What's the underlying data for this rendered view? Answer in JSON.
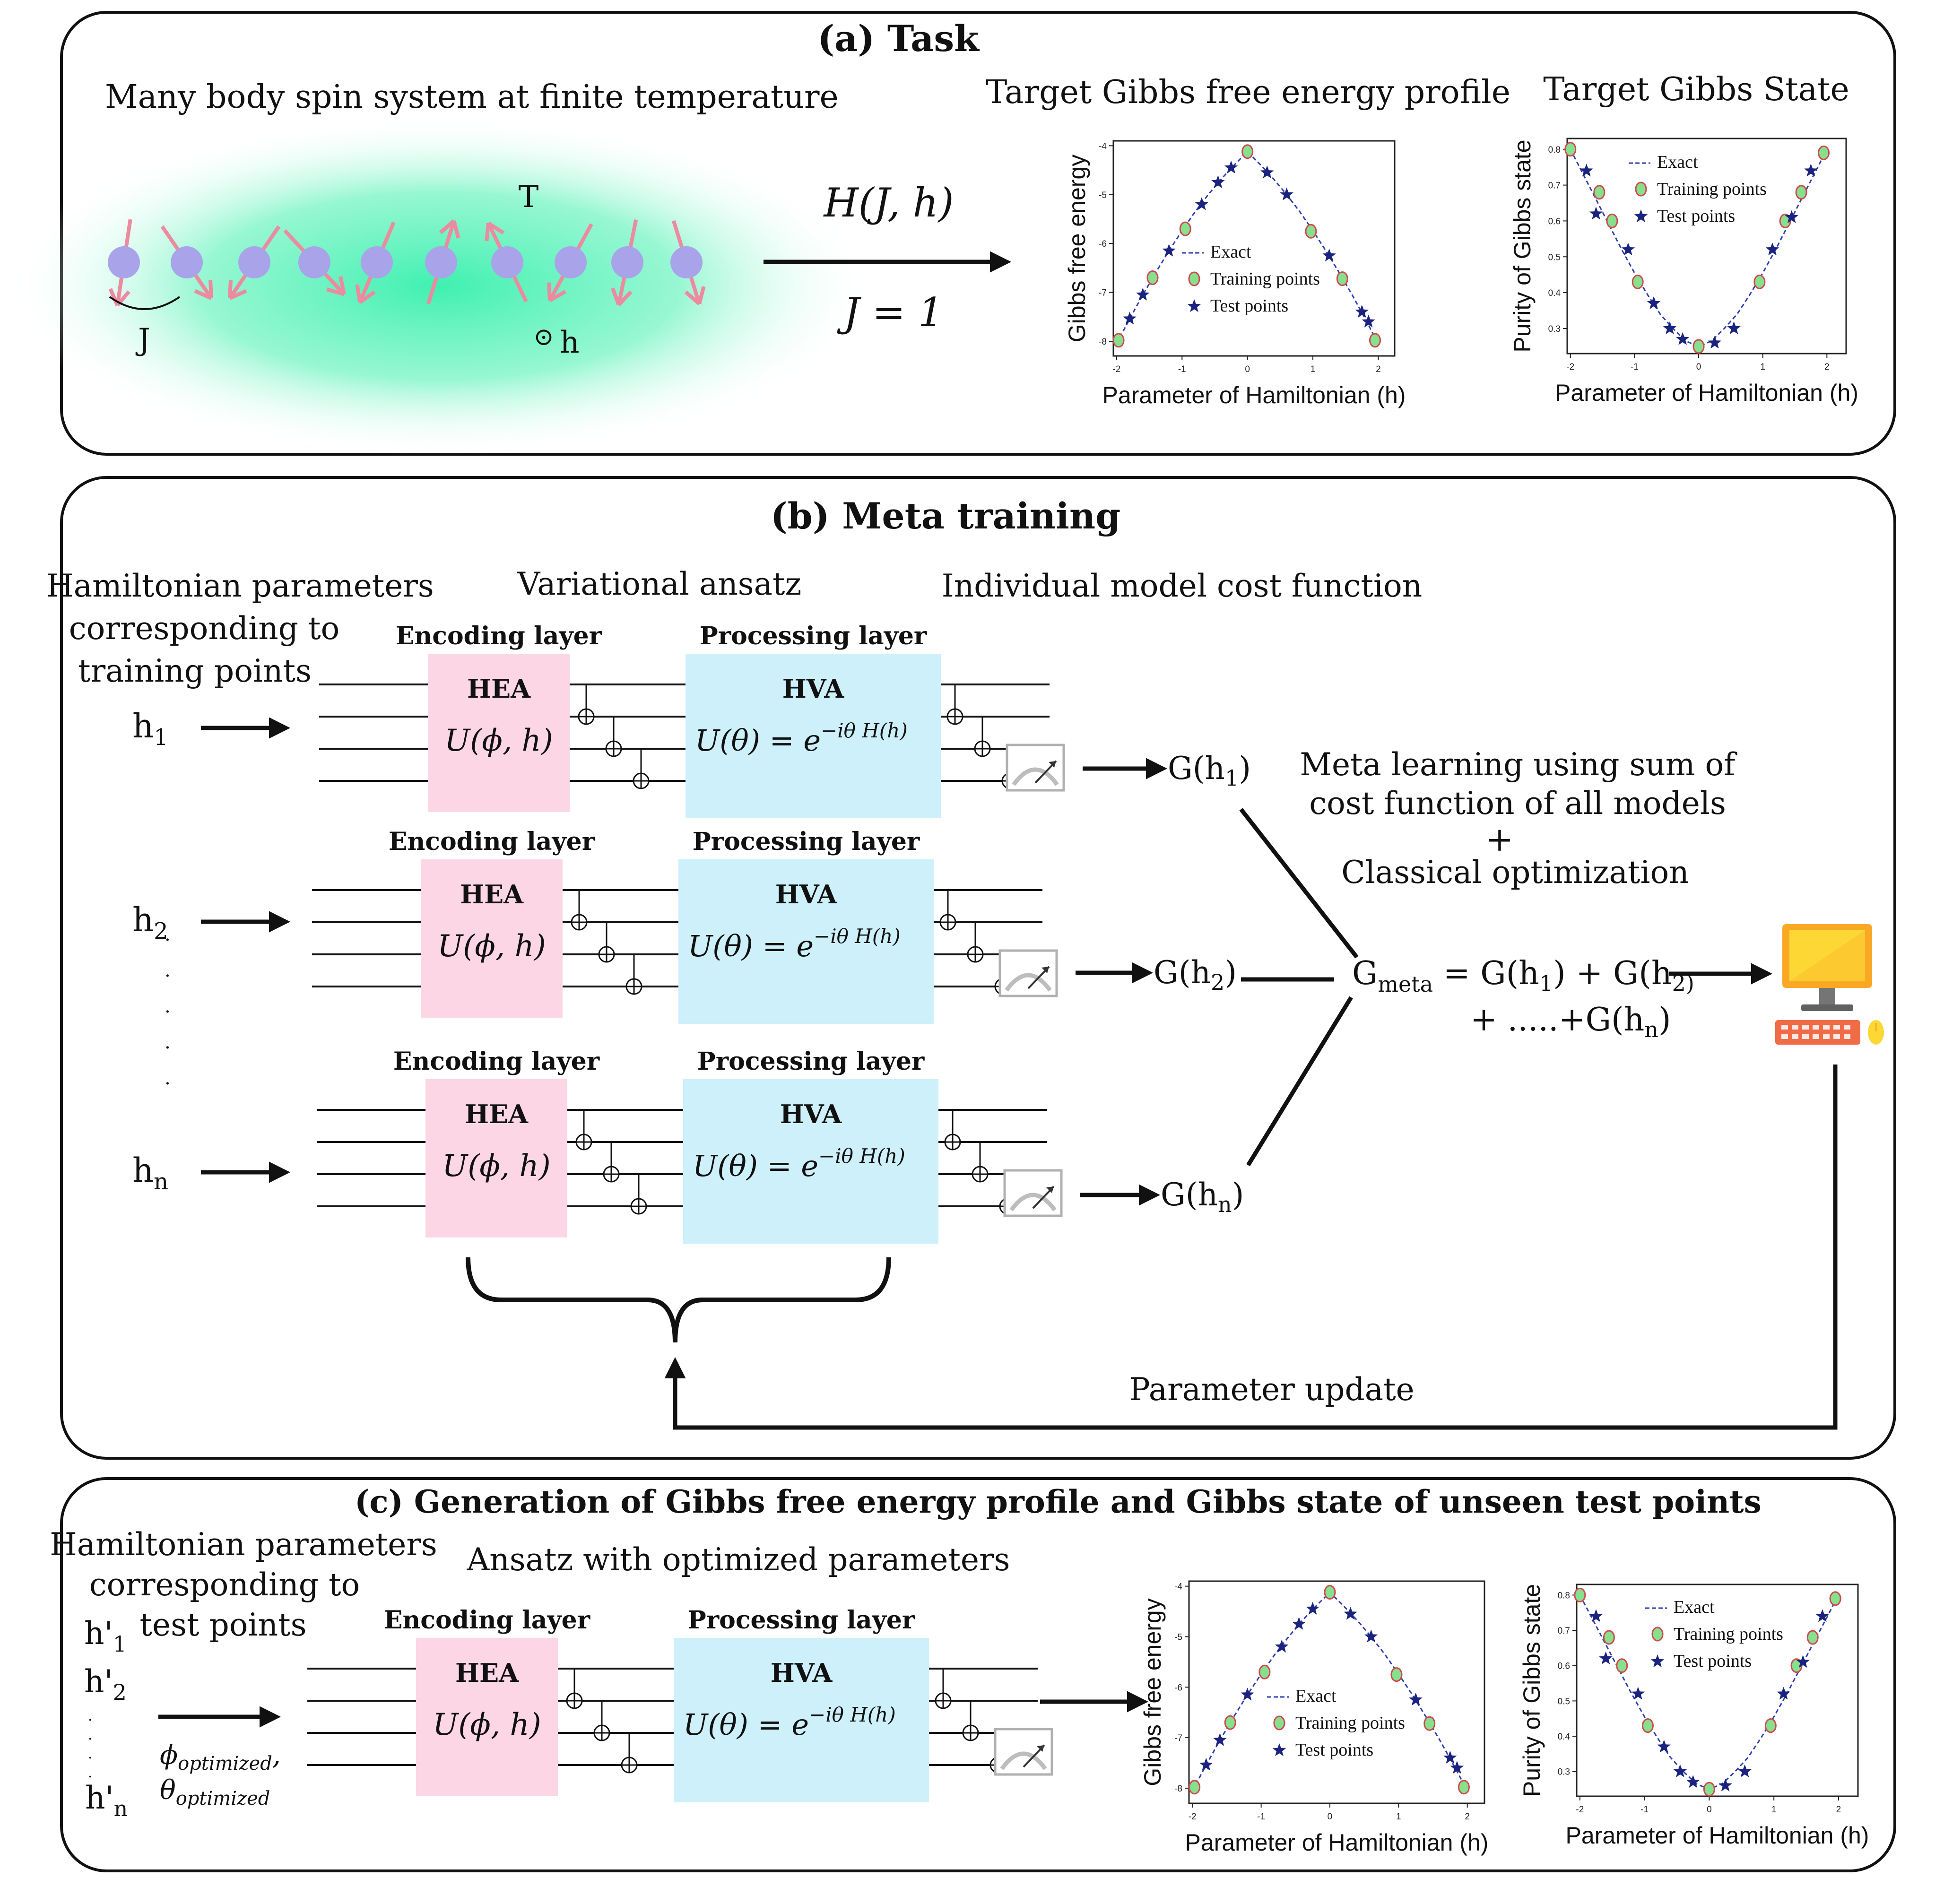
{
  "panel_a": {
    "title": "(a)  Task",
    "spin_label": "Many body spin system at finite temperature",
    "temperature_label": "T",
    "coupling_label": "J",
    "field_label": "h",
    "field_symbol": "⊙",
    "hamiltonian_label": "H(J, h)",
    "j_value_label": "J = 1",
    "energy_profile_title": "Target Gibbs free energy profile",
    "gibbs_state_title": "Target Gibbs State"
  },
  "panel_b": {
    "title": "(b)  Meta training",
    "params_label_lines": [
      "Hamiltonian parameters",
      "corresponding to",
      "training points"
    ],
    "ansatz_label": "Variational ansatz",
    "cost_label": "Individual model cost function",
    "encoding_label": "Encoding layer",
    "processing_label": "Processing layer",
    "hea_label": "HEA",
    "hea_formula": "U(ϕ, h)",
    "hva_label": "HVA",
    "hva_formula": "U(θ) = e",
    "hva_exponent": "−iθ H(h)",
    "inputs": [
      {
        "h": "h",
        "sub": "1",
        "g": "G(h",
        "gsub": "1",
        "gend": ")"
      },
      {
        "h": "h",
        "sub": "2",
        "g": "G(h",
        "gsub": "2",
        "gend": ")"
      },
      {
        "h": "h",
        "sub": "n",
        "g": "G(h",
        "gsub": "n",
        "gend": ")"
      }
    ],
    "meta_lines": [
      "Meta learning using sum of",
      "cost function of all models",
      "+",
      "Classical optimization"
    ],
    "gmeta_main": "G",
    "gmeta_sub": "meta",
    "gmeta_rhs_1a": " = G(h",
    "gmeta_rhs_1b": "1",
    "gmeta_rhs_1c": ") + G(h",
    "gmeta_rhs_1d": "2)",
    "gmeta_rhs_2a": "+ .....+G(h",
    "gmeta_rhs_2b": "n",
    "gmeta_rhs_2c": ")",
    "update_label": "Parameter update",
    "colors": {
      "hea": "#fdd6e6",
      "hva": "#cdf0fb",
      "monitor": "#f9a825",
      "screen": "#fdd835"
    }
  },
  "panel_c": {
    "title": "(c)  Generation of Gibbs free energy profile and Gibbs state of unseen test points",
    "params_label_lines": [
      "Hamiltonian parameters",
      "corresponding to",
      "test points"
    ],
    "ansatz_label": "Ansatz with optimized parameters",
    "encoding_label": "Encoding layer",
    "processing_label": "Processing layer",
    "test_inputs": [
      {
        "h": "h'",
        "sub": "1"
      },
      {
        "h": "h'",
        "sub": "2"
      },
      {
        "h": "h'",
        "sub": "n"
      }
    ],
    "phi_opt": "ϕ",
    "phi_sub": "optimized",
    "phi_comma": ",",
    "theta_opt": "θ",
    "theta_sub": "optimized"
  },
  "chart_data": [
    {
      "type": "line",
      "panel": "a",
      "xlabel": "Parameter of Hamiltonian (h)",
      "ylabel": "Gibbs free energy",
      "xlim": [
        -2.05,
        2.25
      ],
      "ylim": [
        -8.3,
        -3.9
      ],
      "xticks": [
        "-2",
        "-1",
        "0",
        "1",
        "2"
      ],
      "xtick_values": [
        -2,
        -1,
        0,
        1,
        2
      ],
      "yticks": [
        "-4",
        "-5",
        "-6",
        "-7",
        "-8"
      ],
      "ytick_values": [
        -4,
        -5,
        -6,
        -7,
        -8
      ],
      "legend": "center-right",
      "legend_labels": [
        "Exact",
        "Training points",
        "Test points"
      ],
      "series": [
        {
          "name": "Exact",
          "x": [
            -2,
            -1.8,
            -1.6,
            -1.4,
            -1.2,
            -1,
            -0.8,
            -0.6,
            -0.4,
            -0.2,
            0,
            0.2,
            0.4,
            0.6,
            0.8,
            1,
            1.2,
            1.4,
            1.6,
            1.8,
            2
          ],
          "y": [
            -8.05,
            -7.54,
            -7.05,
            -6.59,
            -6.15,
            -5.74,
            -5.35,
            -5.0,
            -4.68,
            -4.39,
            -4.12,
            -4.39,
            -4.68,
            -5.0,
            -5.35,
            -5.74,
            -6.15,
            -6.59,
            -7.05,
            -7.54,
            -8.05
          ]
        },
        {
          "name": "Training points",
          "x": [
            -1.97,
            -1.45,
            -0.95,
            0.0,
            0.97,
            1.45,
            1.95
          ],
          "y": [
            -7.98,
            -6.7,
            -5.7,
            -4.12,
            -5.75,
            -6.72,
            -7.98
          ]
        },
        {
          "name": "Test points",
          "x": [
            -1.8,
            -1.6,
            -1.2,
            -0.7,
            -0.45,
            -0.25,
            0.3,
            0.6,
            1.25,
            1.75,
            1.85
          ],
          "y": [
            -7.54,
            -7.05,
            -6.15,
            -5.2,
            -4.75,
            -4.45,
            -4.55,
            -5.0,
            -6.25,
            -7.4,
            -7.6
          ]
        }
      ]
    },
    {
      "type": "line",
      "panel": "a",
      "xlabel": "Parameter of Hamiltonian (h)",
      "ylabel": "Purity of Gibbs state",
      "xlim": [
        -2.05,
        2.3
      ],
      "ylim": [
        0.23,
        0.83
      ],
      "xticks": [
        "-2",
        "-1",
        "0",
        "1",
        "2"
      ],
      "xtick_values": [
        -2,
        -1,
        0,
        1,
        2
      ],
      "yticks": [
        "0.8",
        "0.7",
        "0.6",
        "0.5",
        "0.4",
        "0.3"
      ],
      "ytick_values": [
        0.8,
        0.7,
        0.6,
        0.5,
        0.4,
        0.3
      ],
      "legend": "top-right",
      "legend_labels": [
        "Exact",
        "Training points",
        "Test points"
      ],
      "series": [
        {
          "name": "Exact",
          "x": [
            -2,
            -1.8,
            -1.6,
            -1.4,
            -1.2,
            -1,
            -0.8,
            -0.6,
            -0.4,
            -0.2,
            0,
            0.2,
            0.4,
            0.6,
            0.8,
            1,
            1.2,
            1.4,
            1.6,
            1.8,
            2
          ],
          "y": [
            0.8,
            0.73,
            0.66,
            0.59,
            0.52,
            0.455,
            0.395,
            0.34,
            0.3,
            0.265,
            0.25,
            0.265,
            0.3,
            0.34,
            0.395,
            0.455,
            0.52,
            0.59,
            0.66,
            0.73,
            0.8
          ]
        },
        {
          "name": "Training points",
          "x": [
            -2,
            -1.55,
            -1.35,
            -0.95,
            0.0,
            0.95,
            1.35,
            1.6,
            1.95
          ],
          "y": [
            0.8,
            0.68,
            0.6,
            0.43,
            0.25,
            0.43,
            0.6,
            0.68,
            0.79
          ]
        },
        {
          "name": "Test points",
          "x": [
            -1.75,
            -1.6,
            -1.1,
            -0.7,
            -0.45,
            -0.25,
            0.25,
            0.55,
            1.15,
            1.45,
            1.75
          ],
          "y": [
            0.74,
            0.62,
            0.52,
            0.37,
            0.3,
            0.27,
            0.26,
            0.3,
            0.52,
            0.61,
            0.74
          ]
        }
      ]
    },
    {
      "type": "line",
      "panel": "c",
      "xlabel": "Parameter of Hamiltonian (h)",
      "ylabel": "Gibbs free energy",
      "xlim": [
        -2.05,
        2.25
      ],
      "ylim": [
        -8.3,
        -3.9
      ],
      "xticks": [
        "-2",
        "-1",
        "0",
        "1",
        "2"
      ],
      "xtick_values": [
        -2,
        -1,
        0,
        1,
        2
      ],
      "yticks": [
        "-4",
        "-5",
        "-6",
        "-7",
        "-8"
      ],
      "ytick_values": [
        -4,
        -5,
        -6,
        -7,
        -8
      ],
      "legend": "lower-center",
      "legend_labels": [
        "Exact",
        "Training points",
        "Test points"
      ],
      "series": [
        {
          "name": "Exact",
          "x": [
            -2,
            -1.8,
            -1.6,
            -1.4,
            -1.2,
            -1,
            -0.8,
            -0.6,
            -0.4,
            -0.2,
            0,
            0.2,
            0.4,
            0.6,
            0.8,
            1,
            1.2,
            1.4,
            1.6,
            1.8,
            2
          ],
          "y": [
            -8.05,
            -7.54,
            -7.05,
            -6.59,
            -6.15,
            -5.74,
            -5.35,
            -5.0,
            -4.68,
            -4.39,
            -4.12,
            -4.39,
            -4.68,
            -5.0,
            -5.35,
            -5.74,
            -6.15,
            -6.59,
            -7.05,
            -7.54,
            -8.05
          ]
        },
        {
          "name": "Training points",
          "x": [
            -1.97,
            -1.45,
            -0.95,
            0.0,
            0.97,
            1.45,
            1.95
          ],
          "y": [
            -7.98,
            -6.7,
            -5.7,
            -4.12,
            -5.75,
            -6.72,
            -7.98
          ]
        },
        {
          "name": "Test points",
          "x": [
            -1.8,
            -1.6,
            -1.2,
            -0.7,
            -0.45,
            -0.25,
            0.3,
            0.6,
            1.25,
            1.75,
            1.85
          ],
          "y": [
            -7.54,
            -7.05,
            -6.15,
            -5.2,
            -4.75,
            -4.45,
            -4.55,
            -5.0,
            -6.25,
            -7.4,
            -7.6
          ]
        }
      ]
    },
    {
      "type": "line",
      "panel": "c",
      "xlabel": "Parameter of Hamiltonian (h)",
      "ylabel": "Purity of Gibbs state",
      "xlim": [
        -2.05,
        2.3
      ],
      "ylim": [
        0.23,
        0.83
      ],
      "xticks": [
        "-2",
        "-1",
        "0",
        "1",
        "2"
      ],
      "xtick_values": [
        -2,
        -1,
        0,
        1,
        2
      ],
      "yticks": [
        "0.8",
        "0.7",
        "0.6",
        "0.5",
        "0.4",
        "0.3"
      ],
      "ytick_values": [
        0.8,
        0.7,
        0.6,
        0.5,
        0.4,
        0.3
      ],
      "legend": "top-right",
      "legend_labels": [
        "Exact",
        "Training points",
        "Test points"
      ],
      "series": [
        {
          "name": "Exact",
          "x": [
            -2,
            -1.8,
            -1.6,
            -1.4,
            -1.2,
            -1,
            -0.8,
            -0.6,
            -0.4,
            -0.2,
            0,
            0.2,
            0.4,
            0.6,
            0.8,
            1,
            1.2,
            1.4,
            1.6,
            1.8,
            2
          ],
          "y": [
            0.8,
            0.73,
            0.66,
            0.59,
            0.52,
            0.455,
            0.395,
            0.34,
            0.3,
            0.265,
            0.25,
            0.265,
            0.3,
            0.34,
            0.395,
            0.455,
            0.52,
            0.59,
            0.66,
            0.73,
            0.8
          ]
        },
        {
          "name": "Training points",
          "x": [
            -2,
            -1.55,
            -1.35,
            -0.95,
            0.0,
            0.95,
            1.35,
            1.6,
            1.95
          ],
          "y": [
            0.8,
            0.68,
            0.6,
            0.43,
            0.25,
            0.43,
            0.6,
            0.68,
            0.79
          ]
        },
        {
          "name": "Test points",
          "x": [
            -1.75,
            -1.6,
            -1.1,
            -0.7,
            -0.45,
            -0.25,
            0.25,
            0.55,
            1.15,
            1.45,
            1.75
          ],
          "y": [
            0.74,
            0.62,
            0.52,
            0.37,
            0.3,
            0.27,
            0.26,
            0.3,
            0.52,
            0.61,
            0.74
          ]
        }
      ]
    }
  ]
}
